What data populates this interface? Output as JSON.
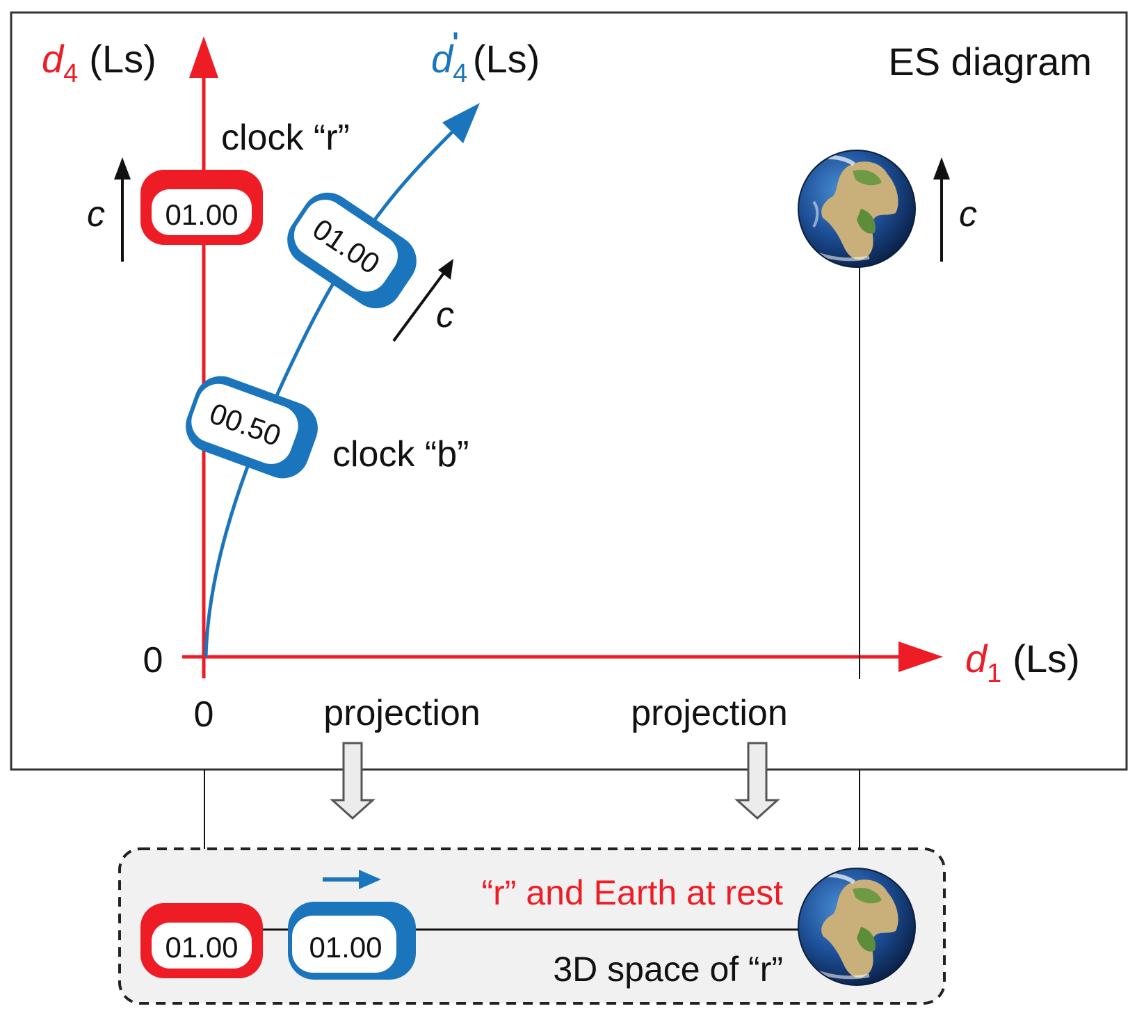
{
  "diagram_title": "ES diagram",
  "colors": {
    "red": "#ee1c25",
    "blue": "#1b75bc",
    "black": "#111111",
    "panel_bg": "#f1f1f1"
  },
  "axes": {
    "vertical_var": "d",
    "vertical_sub": "4",
    "vertical_unit": "(Ls)",
    "tilted_var": "d",
    "tilted_sub": "4",
    "tilted_prime": "'",
    "tilted_unit": "(Ls)",
    "horizontal_var": "d",
    "horizontal_sub": "1",
    "horizontal_unit": "(Ls)",
    "origin_y": "0",
    "origin_x": "0"
  },
  "clocks": {
    "r_label": "clock “r”",
    "r_reading": "01.00",
    "b_label": "clock “b”",
    "b_reading_high": "01.00",
    "b_reading_low": "00.50"
  },
  "velocity_labels": {
    "red_clock": "c",
    "blue_clock": "c",
    "earth": "c"
  },
  "projections": {
    "left": "projection",
    "right": "projection"
  },
  "space_panel": {
    "rest_text": "“r” and Earth at rest",
    "space_text": "3D space of “r”",
    "red_clock_reading": "01.00",
    "blue_clock_reading": "01.00"
  },
  "icons": [
    "earth-globe-icon",
    "velocity-arrow-icon",
    "projection-arrow-icon",
    "motion-arrow-icon"
  ]
}
